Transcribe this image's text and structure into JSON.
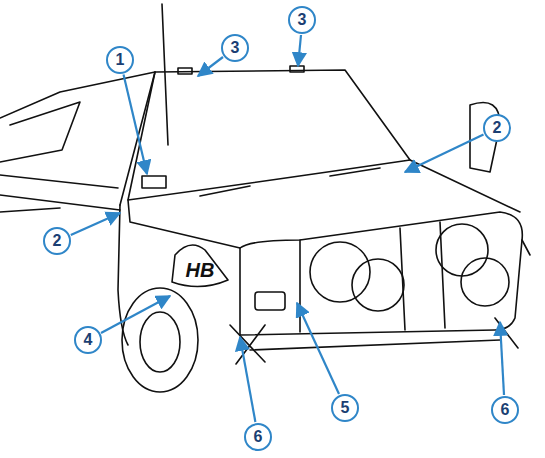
{
  "diagram": {
    "nodes": [
      {
        "text": [
          "3"
        ]
      },
      {
        "text": [
          "3"
        ]
      },
      {
        "text": [
          "1"
        ]
      },
      {
        "text": [
          "2"
        ]
      },
      {
        "text": [
          "2"
        ]
      },
      {
        "text": [
          "4"
        ]
      },
      {
        "text": [
          "5"
        ]
      },
      {
        "text": [
          "6"
        ]
      },
      {
        "text": [
          "6"
        ]
      }
    ],
    "labels": [
      "HB"
    ]
  }
}
